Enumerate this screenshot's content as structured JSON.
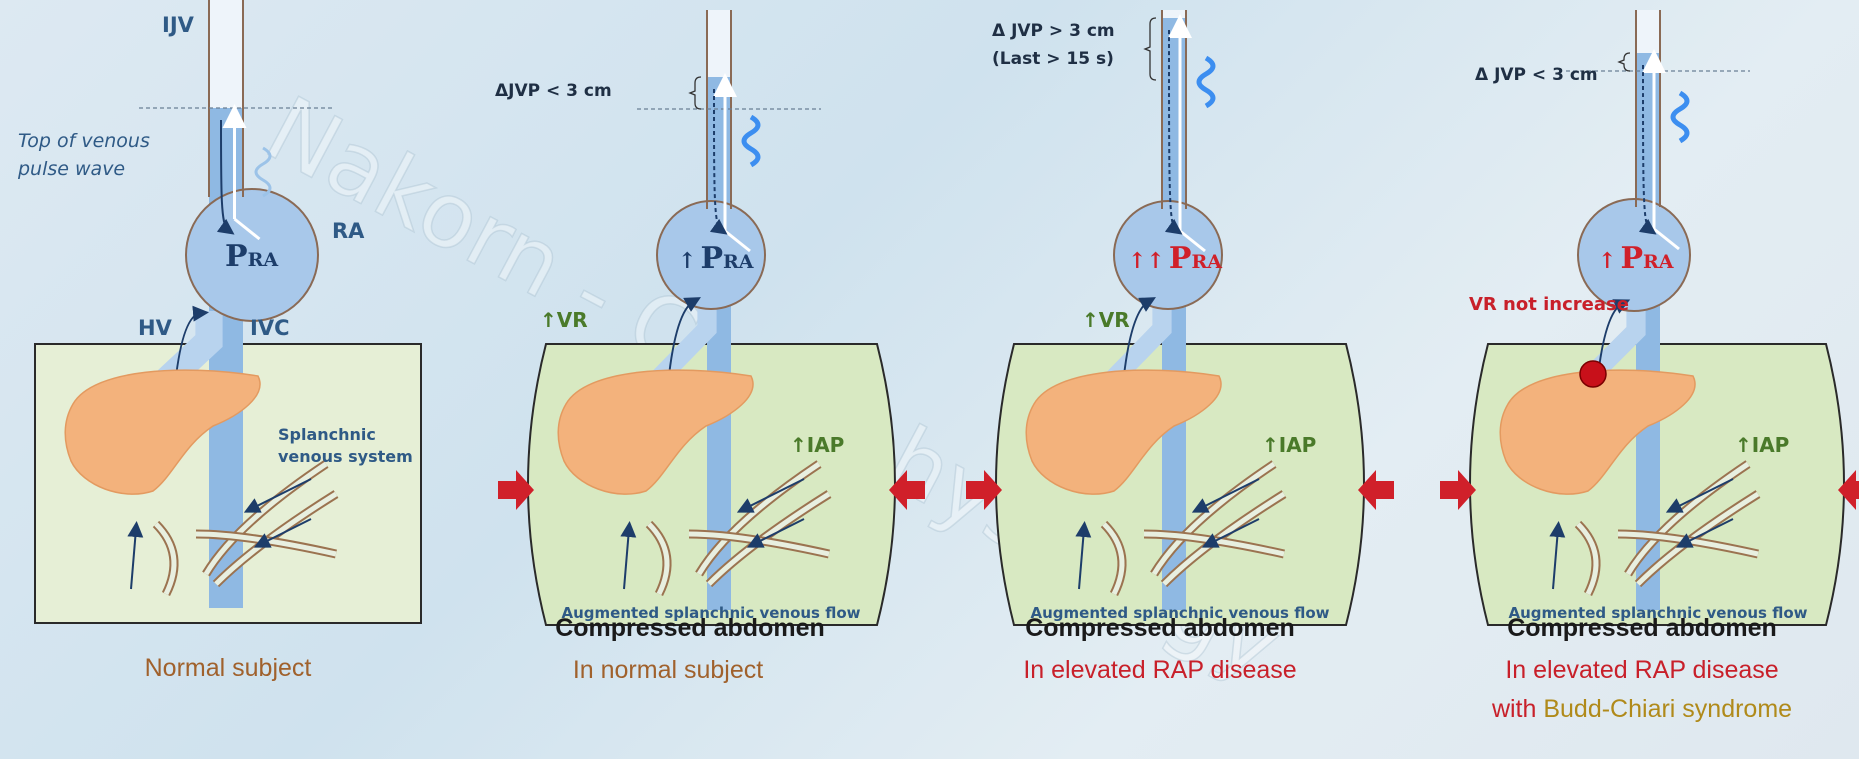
{
  "watermark": "Nakorn - Core physiology",
  "colors": {
    "vein_fill": "#8fb9e3",
    "ra_fill": "#a8c8ea",
    "box_green": "#d8e9c2",
    "liver": "#f3b27c",
    "red_arrow": "#d0202a",
    "vessel_brown": "#9b7350"
  },
  "panels": [
    {
      "ijv": "IJV",
      "top_note": [
        "Top of venous",
        "pulse wave"
      ],
      "ra": "RA",
      "pra_prefix": "",
      "pra": "P",
      "pra_sub": "RA",
      "hv": "HV",
      "ivc": "IVC",
      "splanchnic": [
        "Splanchnic",
        "venous system"
      ],
      "caption": "Normal subject"
    },
    {
      "jvp": [
        "ΔJVP < 3 cm"
      ],
      "pra_prefix": "↑",
      "pra": "P",
      "pra_sub": "RA",
      "vr": "↑VR",
      "iap": "↑IAP",
      "flow": "Augmented splanchnic venous flow",
      "caption_title": "Compressed abdomen",
      "caption_lines": [
        "In normal subject"
      ]
    },
    {
      "jvp": [
        "Δ JVP > 3 cm",
        "(Last > 15 s)"
      ],
      "pra_prefix": "↑↑",
      "pra": "P",
      "pra_sub": "RA",
      "vr": "↑VR",
      "iap": "↑IAP",
      "flow": "Augmented splanchnic venous flow",
      "caption_title": "Compressed abdomen",
      "caption_lines": [
        "In elevated RAP disease"
      ]
    },
    {
      "jvp": [
        "Δ JVP < 3 cm"
      ],
      "pra_prefix": "↑",
      "pra": "P",
      "pra_sub": "RA",
      "vr_note": "VR not increase",
      "iap": "↑IAP",
      "flow": "Augmented splanchnic venous flow",
      "caption_title": "Compressed abdomen",
      "caption_lines": [
        "In elevated RAP disease"
      ],
      "caption_with": "with ",
      "caption_syndrome": "Budd-Chiari syndrome"
    }
  ]
}
